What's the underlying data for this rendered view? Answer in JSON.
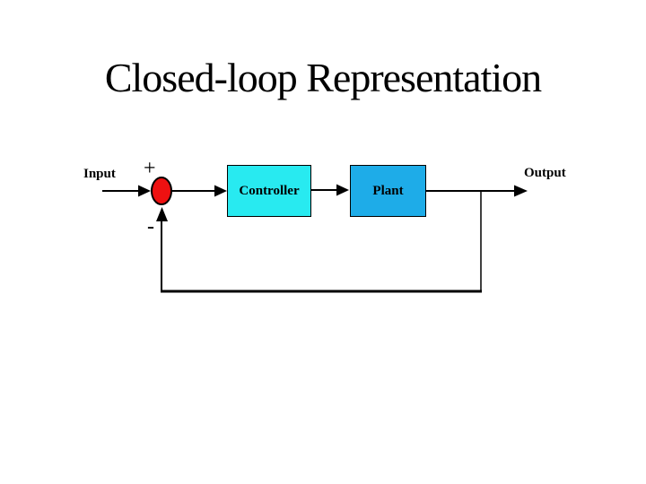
{
  "slide": {
    "title": "Closed-loop Representation"
  },
  "diagram": {
    "input_label": "Input",
    "output_label": "Output",
    "plus_sign": "+",
    "minus_sign": "-",
    "controller_label": "Controller",
    "plant_label": "Plant",
    "colors": {
      "controller_fill": "#28EAF0",
      "plant_fill": "#1EACE8",
      "junction_fill": "#EE1111",
      "line": "#000000"
    }
  }
}
